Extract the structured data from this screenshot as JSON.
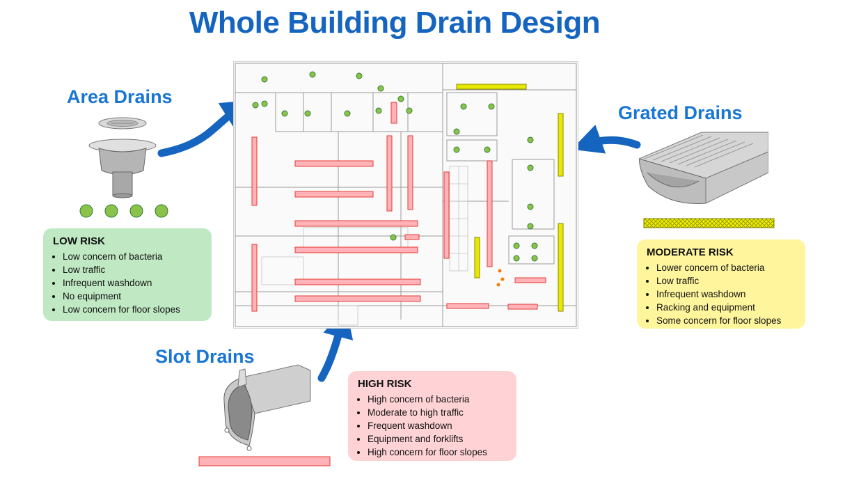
{
  "title": "Whole Building Drain Design",
  "area_drains": {
    "heading": "Area Drains",
    "risk_title": "LOW RISK",
    "bullets": [
      "Low concern of bacteria",
      "Low traffic",
      "Infrequent washdown",
      "No equipment",
      "Low concern for floor slopes"
    ]
  },
  "grated_drains": {
    "heading": "Grated Drains",
    "risk_title": "MODERATE RISK",
    "bullets": [
      "Lower concern of bacteria",
      "Low traffic",
      "Infrequent washdown",
      "Racking and equipment",
      "Some concern for floor slopes"
    ]
  },
  "slot_drains": {
    "heading": "Slot Drains",
    "risk_title": "HIGH RISK",
    "bullets": [
      "High concern of bacteria",
      "Moderate to high traffic",
      "Frequent washdown",
      "Equipment and forklifts",
      "High concern for floor slopes"
    ]
  },
  "colors": {
    "title": "#1565c0",
    "arrow": "#1565c0",
    "low": "#bfe8c3",
    "moderate": "#fff59d",
    "high": "#ffd3d5"
  }
}
